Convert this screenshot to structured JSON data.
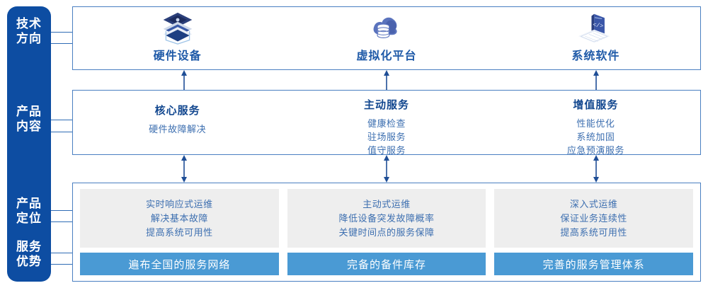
{
  "rail": {
    "items": [
      {
        "name": "tech-direction",
        "line1": "技术",
        "line2": "方向"
      },
      {
        "name": "product-content",
        "line1": "产品",
        "line2": "内容"
      },
      {
        "name": "product-positioning",
        "line1": "产品",
        "line2": "定位"
      },
      {
        "name": "service-advantage",
        "line1": "服务",
        "line2": "优势"
      }
    ]
  },
  "tech": {
    "columns": [
      {
        "icon": "server-stack-icon",
        "label": "硬件设备"
      },
      {
        "icon": "cloud-database-icon",
        "label": "虚拟化平台"
      },
      {
        "icon": "laptop-code-icon",
        "label": "系统软件"
      }
    ]
  },
  "content": {
    "columns": [
      {
        "title": "核心服务",
        "items": [
          "硬件故障解决"
        ]
      },
      {
        "title": "主动服务",
        "items": [
          "健康检查",
          "驻场服务",
          "值守服务"
        ]
      },
      {
        "title": "增值服务",
        "items": [
          "性能优化",
          "系统加固",
          "应急预演服务"
        ]
      }
    ]
  },
  "bottom": {
    "columns": [
      {
        "positioning": [
          "实时响应式运维",
          "解决基本故障",
          "提高系统可用性"
        ],
        "advantage": "遍布全国的服务网络"
      },
      {
        "positioning": [
          "主动式运维",
          "降低设备突发故障概率",
          "关键时间点的服务保障"
        ],
        "advantage": "完备的备件库存"
      },
      {
        "positioning": [
          "深入式运维",
          "保证业务连续性",
          "提高系统可用性"
        ],
        "advantage": "完善的服务管理体系"
      }
    ]
  },
  "colors": {
    "rail_blue": "#0d4da2",
    "panel_border": "#4a7fc1",
    "title_blue": "#12478f",
    "text_blue": "#3d6fb0",
    "advantage_blue": "#4a9ad4",
    "positioning_gray": "#eeeeee",
    "arrow_blue": "#1f4e96"
  }
}
